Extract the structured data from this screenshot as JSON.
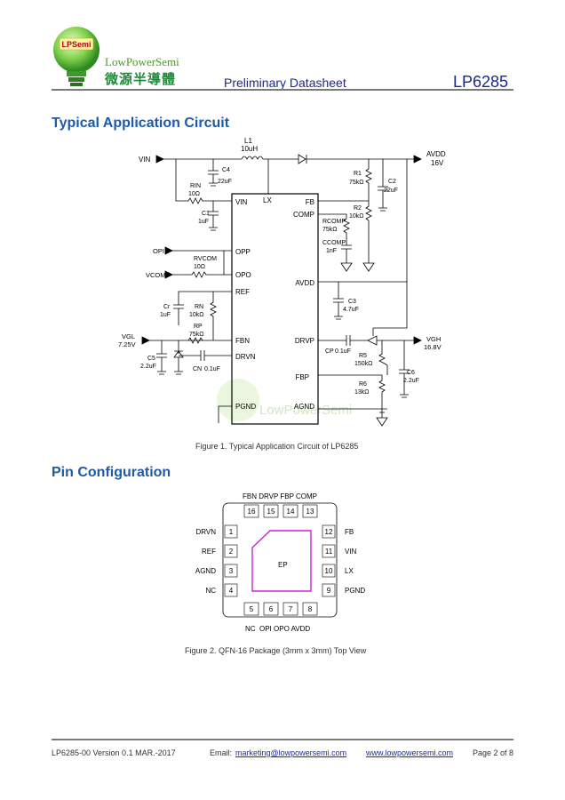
{
  "header": {
    "logo_badge": "LPSemi",
    "logo_en": "LowPowerSemi",
    "logo_cn": "微源半導體",
    "title": "Preliminary Datasheet",
    "part": "LP6285"
  },
  "sections": {
    "app_circuit": "Typical Application Circuit",
    "pin_config": "Pin Configuration"
  },
  "figure1": {
    "caption": "Figure 1. Typical Application Circuit of LP6285",
    "watermark": "LowPowerSemi",
    "chip_pins_left": [
      "VIN",
      "OPP",
      "OPO",
      "REF",
      "FBN",
      "DRVN",
      "PGND"
    ],
    "chip_pins_right": [
      "FB",
      "COMP",
      "AVDD",
      "DRVP",
      "FBP",
      "AGND"
    ],
    "chip_lx": "LX",
    "net_labels": {
      "vin": "VIN",
      "avdd": "AVDD",
      "avdd_v": "16V",
      "opi": "OPI",
      "vcom": "VCOM",
      "vgl": "VGL",
      "vgl_v": "7.25V",
      "vgh": "VGH",
      "vgh_v": "16.8V"
    },
    "components": {
      "l1_name": "L1",
      "l1_val": "10uH",
      "c4_name": "C4",
      "c4_val": "22uF",
      "rin_name": "RIN",
      "rin_val": "10Ω",
      "c1_name": "C1",
      "c1_val": "1uF",
      "r1_name": "R1",
      "r1_val": "75kΩ",
      "c2_name": "C2",
      "c2_val": "22uF",
      "r2_name": "R2",
      "r2_val": "10kΩ",
      "rcomp_name": "RCOMP",
      "rcomp_val": "75kΩ",
      "ccomp_name": "CCOMP",
      "ccomp_val": "1nF",
      "rvcom_name": "RVCOM",
      "rvcom_val": "10Ω",
      "c3_name": "C3",
      "c3_val": "4.7uF",
      "cr_name": "Cr",
      "cr_val": "1uF",
      "rn_name": "RN",
      "rn_val": "10kΩ",
      "rp_name": "RP",
      "rp_val": "75kΩ",
      "c5_name": "C5",
      "c5_val": "2.2uF",
      "cn_name": "CN",
      "cn_val": "0.1uF",
      "cp_name": "CP",
      "cp_val": "0.1uF",
      "r5_name": "R5",
      "r5_val": "150kΩ",
      "r6_name": "R6",
      "r6_val": "13kΩ",
      "c6_name": "C6",
      "c6_val": "2.2uF"
    }
  },
  "figure2": {
    "caption": "Figure 2. QFN-16 Package (3mm x 3mm) Top View",
    "top_labels": "FBN DRVP FBP COMP",
    "top_pins": [
      "16",
      "15",
      "14",
      "13"
    ],
    "bottom_labels": "NC  OPI OPO AVDD",
    "bottom_pins": [
      "5",
      "6",
      "7",
      "8"
    ],
    "left_pins": [
      {
        "num": "1",
        "name": "DRVN"
      },
      {
        "num": "2",
        "name": "REF"
      },
      {
        "num": "3",
        "name": "AGND"
      },
      {
        "num": "4",
        "name": "NC"
      }
    ],
    "right_pins": [
      {
        "num": "12",
        "name": "FB"
      },
      {
        "num": "11",
        "name": "VIN"
      },
      {
        "num": "10",
        "name": "LX"
      },
      {
        "num": "9",
        "name": "PGND"
      }
    ],
    "pad_label": "EP"
  },
  "footer": {
    "doc": "LP6285-00 Version 0.1 MAR.-2017",
    "email_label": "Email:",
    "email": "marketing@lowpowersemi.com",
    "web": "www.lowpowersemi.com",
    "page": "Page 2 of 8"
  },
  "colors": {
    "title_blue": "#1b2a8a",
    "section_blue": "#1f5aa6",
    "logo_green": "#3aa33a",
    "pad_magenta": "#cc22cc"
  }
}
